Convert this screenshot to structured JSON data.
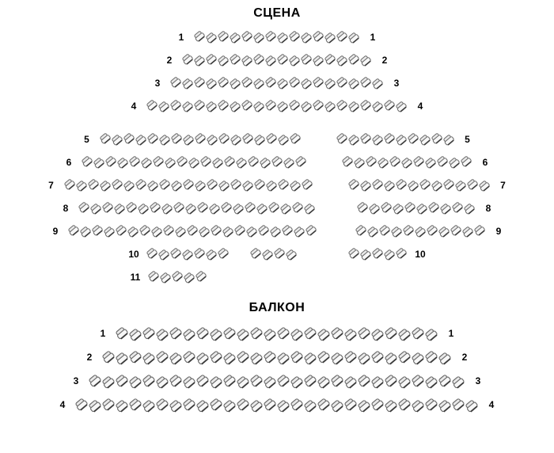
{
  "stage_label": "СЦЕНА",
  "balcony_label": "БАЛКОН",
  "colors": {
    "seat_outline": "#6b6b6b",
    "seat_fill": "#e9e9e9",
    "seat_cushion": "#f7f7f7",
    "seat_accent": "#3a3a3a",
    "text": "#000000"
  },
  "main_hall": {
    "rows": [
      {
        "label": "1",
        "blocks": [
          14
        ]
      },
      {
        "label": "2",
        "blocks": [
          16
        ]
      },
      {
        "label": "3",
        "blocks": [
          18
        ]
      },
      {
        "label": "4",
        "blocks": [
          22
        ]
      },
      {
        "label": "5",
        "blocks": [
          17,
          10
        ],
        "gaps": [
          44
        ]
      },
      {
        "label": "6",
        "blocks": [
          19,
          11
        ],
        "gaps": [
          44
        ]
      },
      {
        "label": "7",
        "blocks": [
          21,
          12
        ],
        "gaps": [
          44
        ]
      },
      {
        "label": "8",
        "blocks": [
          20,
          10
        ],
        "gaps": [
          52
        ]
      },
      {
        "label": "9",
        "blocks": [
          21,
          11
        ],
        "gaps": [
          48
        ]
      },
      {
        "label": "10",
        "blocks": [
          7,
          4,
          5
        ],
        "gaps": [
          26,
          64
        ]
      },
      {
        "label": "11",
        "blocks": [
          5
        ],
        "right_label": false,
        "offset": 155
      }
    ]
  },
  "balcony": {
    "rows": [
      {
        "label": "1",
        "blocks": [
          24
        ]
      },
      {
        "label": "2",
        "blocks": [
          26
        ]
      },
      {
        "label": "3",
        "blocks": [
          28
        ]
      },
      {
        "label": "4",
        "blocks": [
          30
        ]
      }
    ]
  }
}
